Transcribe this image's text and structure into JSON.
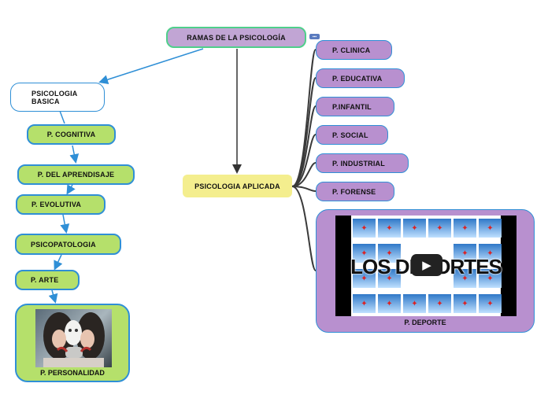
{
  "root": {
    "label": "RAMAS DE LA PSICOLOGÍA",
    "badge_icon": "expand-badge-icon"
  },
  "basica": {
    "label": "PSICOLOGIA BASICA",
    "children": [
      "P. COGNITIVA",
      "P. DEL APRENDISAJE",
      "P. EVOLUTIVA",
      "PSICOPATOLOGIA",
      "P. ARTE"
    ],
    "personalidad": {
      "label": "P. PERSONALIDAD",
      "image_icon": "masks-portrait-image"
    }
  },
  "aplicada": {
    "label": "PSICOLOGIA APLICADA",
    "children": [
      "P. CLINICA",
      "P. EDUCATIVA",
      "P.INFANTIL",
      "P. SOCIAL",
      "P. INDUSTRIAL",
      "P. FORENSE"
    ],
    "deporte": {
      "label": "P. DEPORTE",
      "video_title": "LOS DEPORTES",
      "video_icon": "play-icon"
    }
  },
  "colors": {
    "green_node": "#b5e06b",
    "purple_node": "#b890cf",
    "yellow_node": "#f4ee8e",
    "connector_blue": "#2f8fd6",
    "connector_dark": "#3a3a3a"
  }
}
